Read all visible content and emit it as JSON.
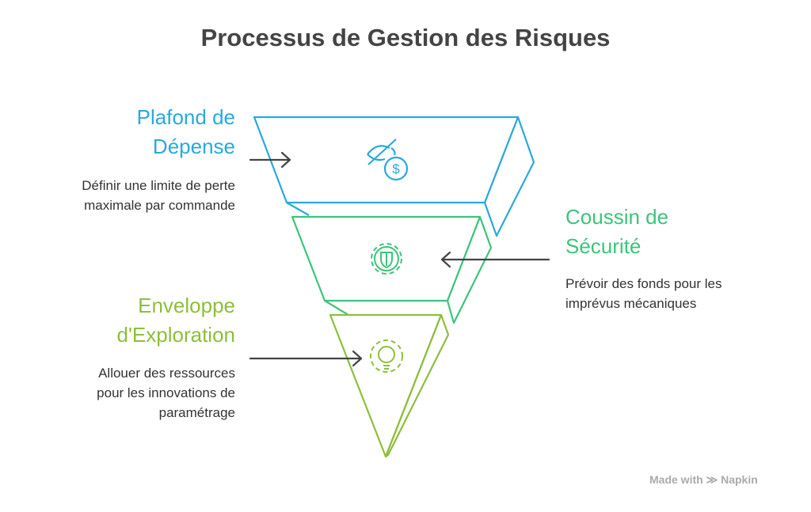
{
  "title": "Processus de Gestion des Risques",
  "items": [
    {
      "heading": [
        "Plafond de",
        "Dépense"
      ],
      "description": [
        "Définir une limite de perte",
        "maximale par commande"
      ],
      "color": "#2aa9dc",
      "icon": "hidden-dollar-icon"
    },
    {
      "heading": [
        "Coussin de",
        "Sécurité"
      ],
      "description": [
        "Prévoir des fonds pour les",
        "imprévus mécaniques"
      ],
      "color": "#3cc47c",
      "icon": "gear-shield-icon"
    },
    {
      "heading": [
        "Enveloppe",
        "d'Exploration"
      ],
      "description": [
        "Allouer des ressources",
        "pour les innovations de",
        "paramétrage"
      ],
      "color": "#8dbf3a",
      "icon": "gear-lightbulb-icon"
    }
  ],
  "footer": {
    "made_with": "Made with",
    "brand": "Napkin"
  }
}
